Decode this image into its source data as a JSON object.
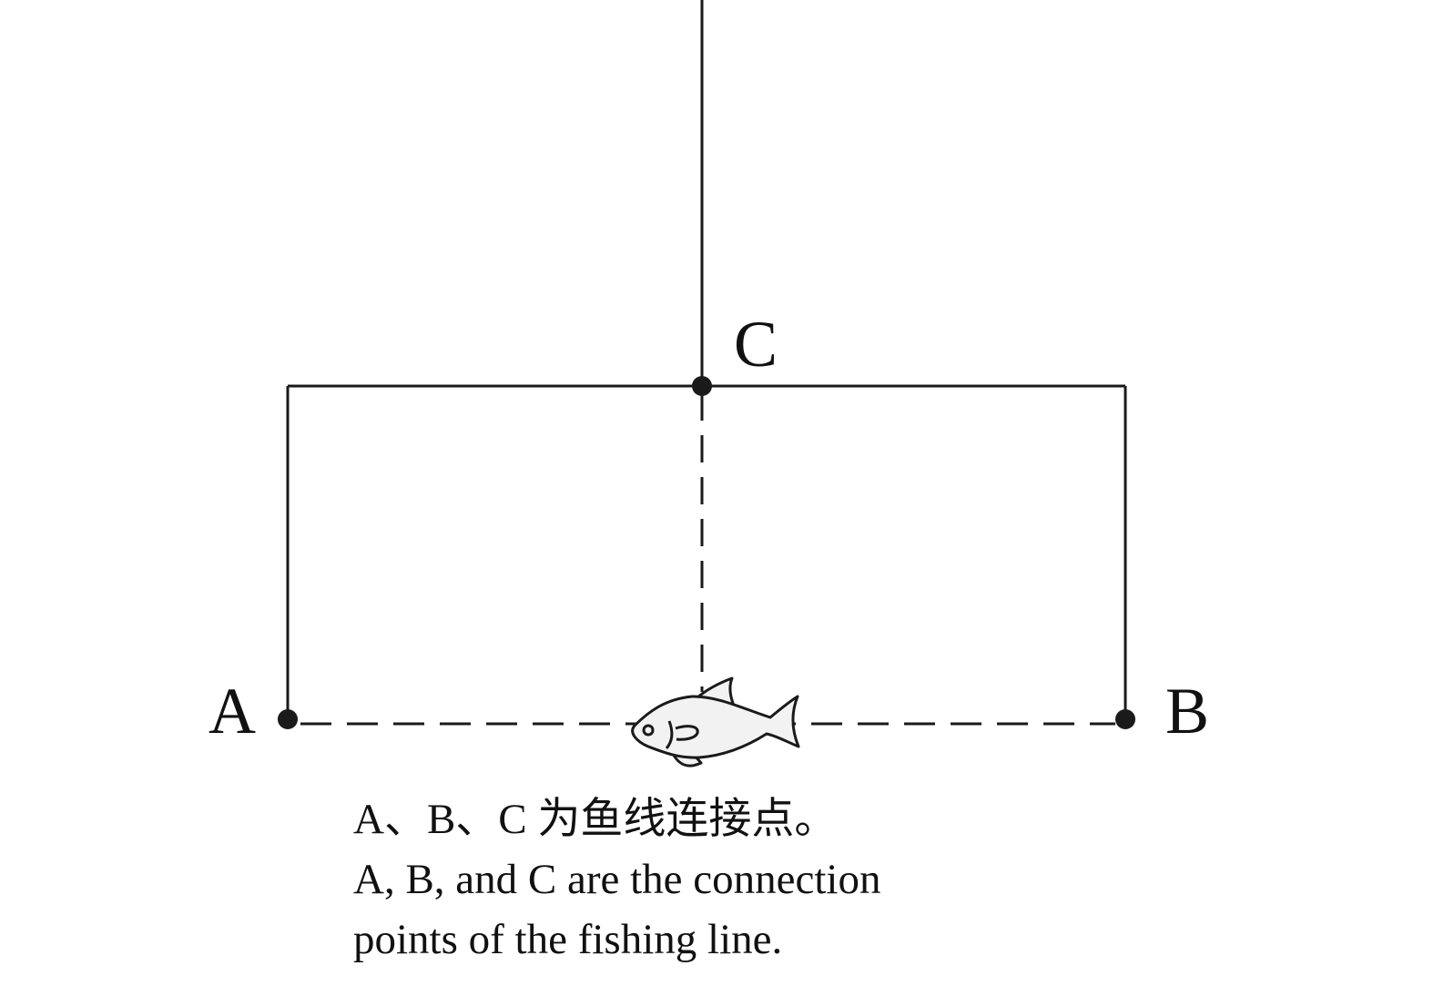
{
  "labels": {
    "a": "A",
    "b": "B",
    "c": "C"
  },
  "caption": {
    "line1": "A、B、C 为鱼线连接点。",
    "line2": "A, B, and C are the connection",
    "line3": "points of the fishing line."
  },
  "colors": {
    "line": "#1a1a1a",
    "fish_fill": "#f2f2f2"
  }
}
